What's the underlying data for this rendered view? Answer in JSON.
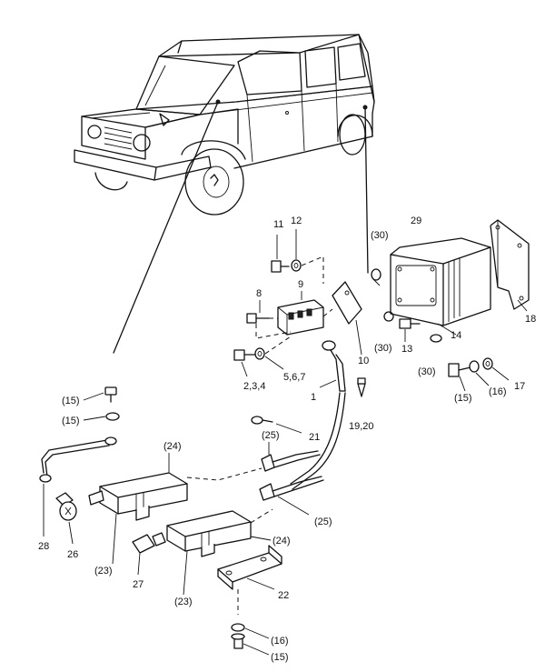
{
  "callouts": {
    "c1": "1",
    "c2": "2,3,4",
    "c5": "5,6,7",
    "c8": "8",
    "c9": "9",
    "c10": "10",
    "c11": "11",
    "c12": "12",
    "c13": "13",
    "c14": "14",
    "c15a": "(15)",
    "c15b": "(15)",
    "c15c": "(15)",
    "c15d": "(15)",
    "c16a": "(16)",
    "c16b": "(16)",
    "c17": "17",
    "c18": "18",
    "c19": "19,20",
    "c21": "21",
    "c22": "22",
    "c23a": "(23)",
    "c23b": "(23)",
    "c24a": "(24)",
    "c24b": "(24)",
    "c25a": "(25)",
    "c25b": "(25)",
    "c26": "26",
    "c27": "27",
    "c28": "28",
    "c29": "29",
    "c30a": "(30)",
    "c30b": "(30)",
    "c30c": "(30)"
  }
}
